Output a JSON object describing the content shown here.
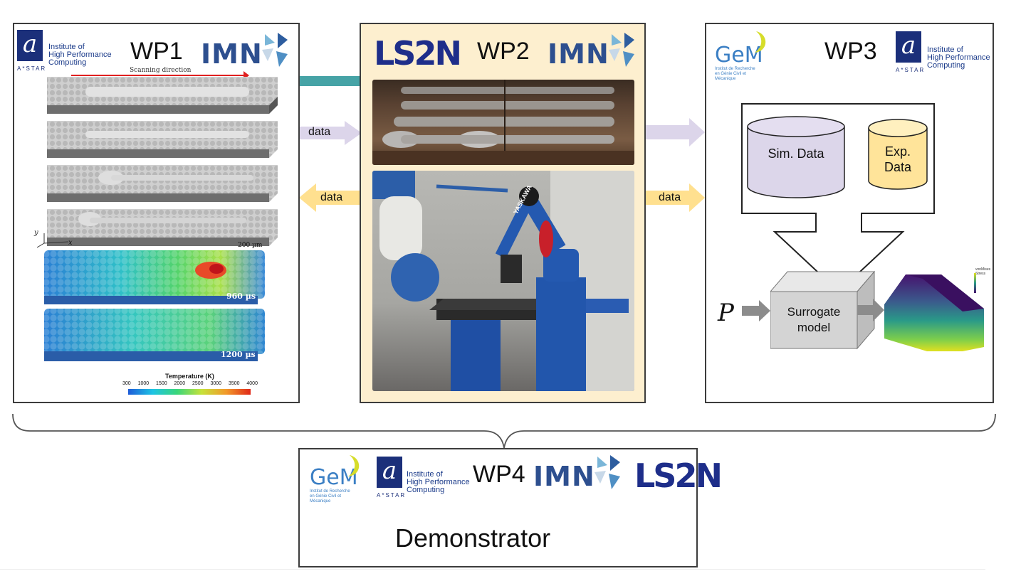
{
  "wp1": {
    "title": "WP1",
    "imn_logo": "IMN",
    "ihpc_text": "Institute of\nHigh Performance\nComputing",
    "astar_text": "A*STAR",
    "scan_label": "Scanning direction",
    "scale_label": "200 µm",
    "axis_y": "y",
    "axis_x": "x",
    "time1": "960 µs",
    "time2": "1200 µs",
    "colorbar_title": "Temperature (K)",
    "colorbar_ticks": [
      "300",
      "1000",
      "1500",
      "2000",
      "2500",
      "3000",
      "3500",
      "4000"
    ]
  },
  "wp2": {
    "title": "WP2",
    "imn_logo": "IMN",
    "ls2n_logo": "LS2N",
    "robot_brand": "YASKAWA"
  },
  "wp3": {
    "title": "WP3",
    "gem_logo": "GeM",
    "gem_sub": "Institut de Recherche en Génie Civil et Mécanique",
    "ihpc_text": "Institute of\nHigh Performance\nComputing",
    "astar_text": "A*STAR",
    "sim_data": "Sim. Data",
    "exp_data": "Exp.\nData",
    "input_p": "P",
    "surrogate": "Surrogate\nmodel",
    "stress_legend_title": "vonMises Stress"
  },
  "wp4": {
    "title": "WP4",
    "gem_logo": "GeM",
    "gem_sub": "Institut de Recherche en Génie Civil et Mécanique",
    "ihpc_text": "Institute of\nHigh Performance\nComputing",
    "astar_text": "A*STAR",
    "imn_logo": "IMN",
    "ls2n_logo": "LS2N",
    "demonstrator": "Demonstrator"
  },
  "arrows": {
    "wp1_to_wp2": "data",
    "wp2_to_wp1": "data",
    "wp2_to_wp3_top": "",
    "wp2_to_wp3": "data"
  },
  "colors": {
    "wp2_bg": "#fdefcf",
    "arrow_purple": "#dcd5ea",
    "arrow_yellow": "#ffe08f",
    "connector_teal": "#46a3a6",
    "cyl_purple": "#dcd6ea",
    "cyl_yellow": "#ffe49a",
    "surrogate_gray": "#d4d4d4"
  }
}
